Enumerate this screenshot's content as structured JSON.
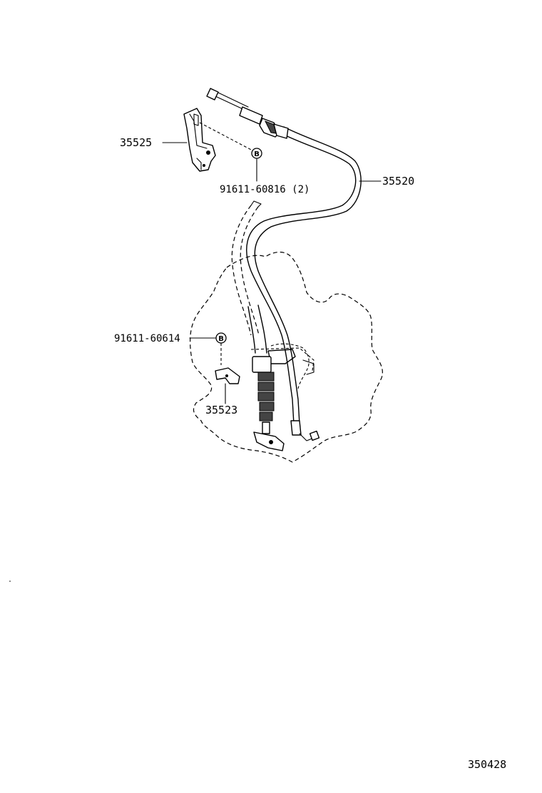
{
  "labels": {
    "bracket_upper": "35525",
    "bolt_upper": "91611-60816 (2)",
    "cable": "35520",
    "bolt_lower": "91611-60614",
    "bracket_lower": "35523",
    "diagram_id": "350428"
  },
  "fastener_marks": {
    "upper": "B",
    "lower": "B"
  }
}
